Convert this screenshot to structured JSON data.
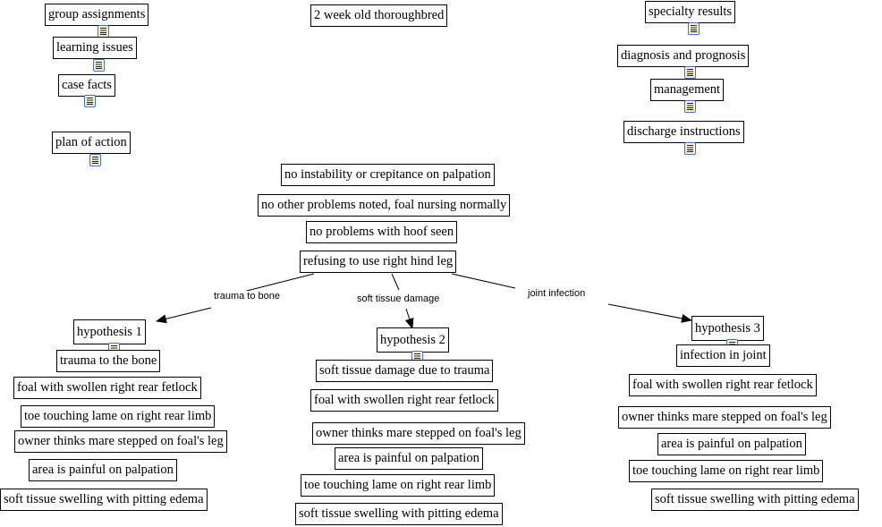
{
  "nodes": {
    "title": "2 week old thoroughbred",
    "group_assignments": "group assignments",
    "learning_issues": "learning issues",
    "case_facts": "case facts",
    "plan_of_action": "plan of action",
    "specialty_results": "specialty results",
    "diagnosis_and_prognosis": "diagnosis and prognosis",
    "management": "management",
    "discharge_instructions": "discharge instructions",
    "no_instability": "no instability or crepitance on palpation",
    "no_other_problems": "no other problems noted, foal nursing normally",
    "no_problems_hoof": "no problems with hoof seen",
    "refusing": "refusing to use right hind leg",
    "hypothesis_1": "hypothesis 1",
    "hypothesis_2": "hypothesis 2",
    "hypothesis_3": "hypothesis 3"
  },
  "links": {
    "to_h1": "trauma to bone",
    "to_h2": "soft tissue damage",
    "to_h3": "joint infection"
  },
  "column_1": [
    "trauma to the bone",
    "foal with swollen right rear fetlock",
    "toe touching lame on right rear limb",
    "owner thinks mare stepped on foal's leg",
    "area is painful on palpation",
    "soft tissue swelling with pitting edema"
  ],
  "column_2": [
    "soft tissue damage due to trauma",
    "foal with swollen right rear fetlock",
    "owner thinks mare stepped on foal's leg",
    "area is painful on palpation",
    "toe touching lame on right rear limb",
    "soft tissue swelling with pitting edema"
  ],
  "column_3": [
    "infection in joint",
    "foal with swollen right rear fetlock",
    "owner thinks mare stepped on foal's leg",
    "area is painful on palpation",
    "toe touching lame on right rear limb",
    "soft tissue swelling with pitting edema"
  ],
  "icon": "document-icon"
}
